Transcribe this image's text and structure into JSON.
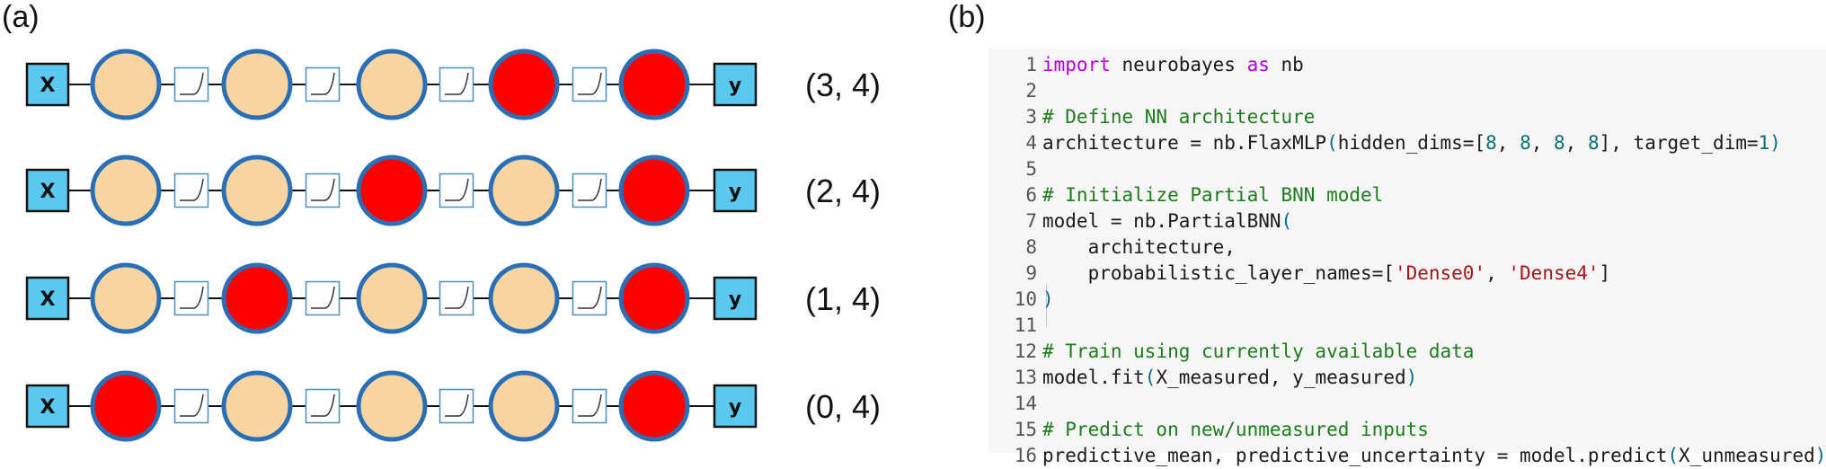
{
  "panel_a": {
    "label": "(a)",
    "rows": [
      {
        "input": "X",
        "output": "y",
        "nodes": [
          "hidden",
          "hidden",
          "hidden",
          "prob",
          "prob"
        ],
        "coord": "(3, 4)"
      },
      {
        "input": "X",
        "output": "y",
        "nodes": [
          "hidden",
          "hidden",
          "prob",
          "hidden",
          "prob"
        ],
        "coord": "(2, 4)"
      },
      {
        "input": "X",
        "output": "y",
        "nodes": [
          "hidden",
          "prob",
          "hidden",
          "hidden",
          "prob"
        ],
        "coord": "(1, 4)"
      },
      {
        "input": "X",
        "output": "y",
        "nodes": [
          "prob",
          "hidden",
          "hidden",
          "hidden",
          "prob"
        ],
        "coord": "(0, 4)"
      }
    ]
  },
  "panel_b": {
    "label": "(b)",
    "lines": [
      {
        "n": "1",
        "tokens": [
          [
            "kw",
            "import"
          ],
          [
            "t",
            " neurobayes "
          ],
          [
            "kw",
            "as"
          ],
          [
            "t",
            " nb"
          ]
        ]
      },
      {
        "n": "2",
        "tokens": []
      },
      {
        "n": "3",
        "tokens": [
          [
            "cm",
            "# Define NN architecture"
          ]
        ]
      },
      {
        "n": "4",
        "tokens": [
          [
            "t",
            "architecture = nb.FlaxMLP"
          ],
          [
            "pr",
            "("
          ],
          [
            "t",
            "hidden_dims=["
          ],
          [
            "num",
            "8"
          ],
          [
            "t",
            ", "
          ],
          [
            "num",
            "8"
          ],
          [
            "t",
            ", "
          ],
          [
            "num",
            "8"
          ],
          [
            "t",
            ", "
          ],
          [
            "num",
            "8"
          ],
          [
            "t",
            "], target_dim="
          ],
          [
            "num",
            "1"
          ],
          [
            "pr",
            ")"
          ]
        ]
      },
      {
        "n": "5",
        "tokens": []
      },
      {
        "n": "6",
        "tokens": [
          [
            "cm",
            "# Initialize Partial BNN model"
          ]
        ]
      },
      {
        "n": "7",
        "tokens": [
          [
            "t",
            "model = nb.PartialBNN"
          ],
          [
            "pr",
            "("
          ]
        ]
      },
      {
        "n": "8",
        "tokens": [
          [
            "t",
            "    architecture,"
          ]
        ]
      },
      {
        "n": "9",
        "tokens": [
          [
            "t",
            "    probabilistic_layer_names=["
          ],
          [
            "str",
            "'Dense0'"
          ],
          [
            "t",
            ", "
          ],
          [
            "str",
            "'Dense4'"
          ],
          [
            "t",
            "]"
          ]
        ]
      },
      {
        "n": "10",
        "tokens": [
          [
            "pr",
            ")"
          ]
        ]
      },
      {
        "n": "11",
        "tokens": []
      },
      {
        "n": "12",
        "tokens": [
          [
            "cm",
            "# Train using currently available data"
          ]
        ]
      },
      {
        "n": "13",
        "tokens": [
          [
            "t",
            "model.fit"
          ],
          [
            "pr",
            "("
          ],
          [
            "t",
            "X_measured, y_measured"
          ],
          [
            "pr",
            ")"
          ]
        ]
      },
      {
        "n": "14",
        "tokens": []
      },
      {
        "n": "15",
        "tokens": [
          [
            "cm",
            "# Predict on new/unmeasured inputs"
          ]
        ]
      },
      {
        "n": "16",
        "tokens": [
          [
            "t",
            "predictive_mean, predictive_uncertainty = model.predict"
          ],
          [
            "pr",
            "("
          ],
          [
            "t",
            "X_unmeasured"
          ],
          [
            "pr",
            ")"
          ]
        ]
      }
    ]
  },
  "colors": {
    "io_box_fill": "#5bc8ef",
    "hidden_node_fill": "#f8d4a0",
    "prob_node_fill": "#ff0000",
    "node_stroke": "#2a6fb5",
    "activation_stroke": "#4a8fc4"
  },
  "icons": {
    "activation": "relu-curve-icon"
  }
}
